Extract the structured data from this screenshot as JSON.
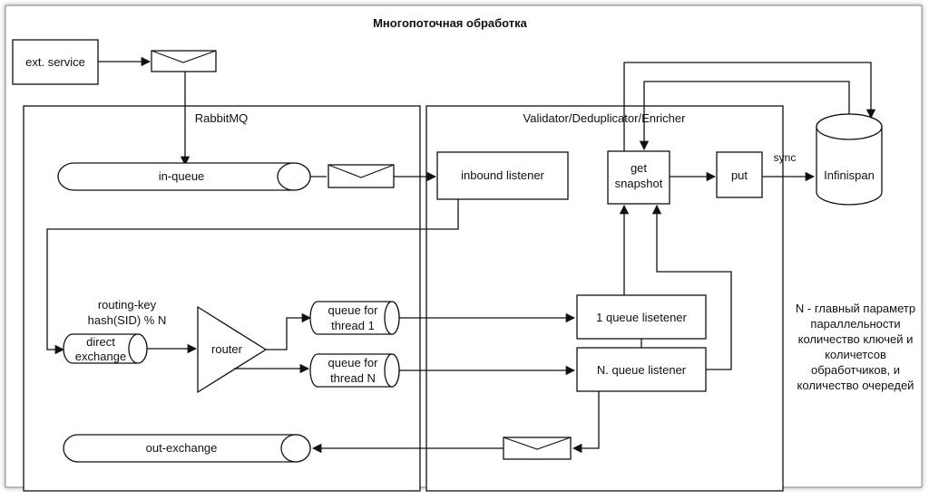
{
  "title": "Многопоточная обработка",
  "nodes": {
    "ext_service": "ext. service",
    "rabbitmq": "RabbitMQ",
    "validator": "Validator/Deduplicator/Enricher",
    "in_queue": "in-queue",
    "inbound_listener": "inbound listener",
    "get_snapshot": [
      "get",
      "snapshot"
    ],
    "put": "put",
    "sync": "sync",
    "infinispan": "Infinispan",
    "routing_key": [
      "routing-key",
      "hash(SID) % N"
    ],
    "direct_exchange": [
      "direct",
      "exchange"
    ],
    "router": "router",
    "queue_thread_1": [
      "queue for",
      "thread 1"
    ],
    "queue_thread_n": [
      "queue for",
      "thread N"
    ],
    "queue_listener_1": "1 queue lisetener",
    "queue_listener_n": "N. queue listener",
    "out_exchange": "out-exchange"
  },
  "note": [
    "N - главный параметр",
    "параллельности",
    "количество ключей и",
    "количетсов",
    "обработчиков, и",
    "количество очередей"
  ]
}
